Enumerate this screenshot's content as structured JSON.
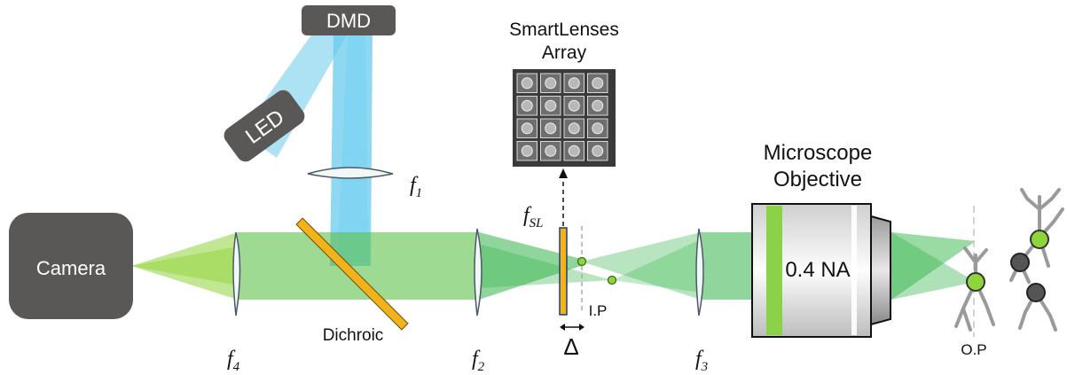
{
  "colors": {
    "blue_beam": "#2ab4e6",
    "green_beam": "#35b54a",
    "lime_beam": "#8fd43a",
    "dichroic": "#f2b21b",
    "device": "#5a5757",
    "lens_fill": "#f2f7f8",
    "lens_stroke": "#4a5a66",
    "objective_band": "#8cd14a"
  },
  "labels": {
    "dmd": "DMD",
    "led": "LED",
    "camera": "Camera",
    "smartlenses_line1": "SmartLenses",
    "smartlenses_line2": "Array",
    "microscope_line1": "Microscope",
    "microscope_line2": "Objective",
    "objective_na": "0.4 NA",
    "dichroic": "Dichroic",
    "image_plane": "I.P",
    "object_plane": "O.P",
    "delta": "Δ"
  },
  "lens_labels": {
    "f1": {
      "base": "f",
      "sub": "1"
    },
    "f2": {
      "base": "f",
      "sub": "2"
    },
    "f3": {
      "base": "f",
      "sub": "3"
    },
    "f4": {
      "base": "f",
      "sub": "4"
    },
    "fsl": {
      "base": "f",
      "sub": "SL"
    }
  },
  "icons": [
    "camera-icon",
    "led-icon",
    "dmd-icon",
    "lens-icon",
    "dichroic-mirror-icon",
    "smartlens-array-icon",
    "objective-icon",
    "neuron-icon"
  ]
}
